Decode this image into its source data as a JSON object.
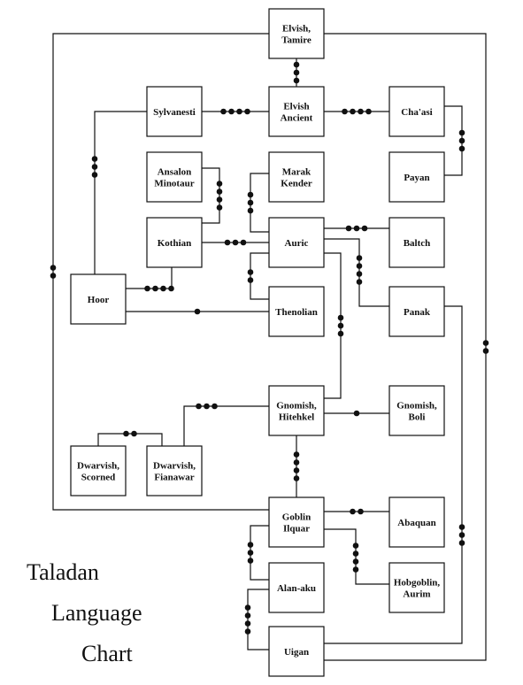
{
  "title": {
    "lines": [
      "Taladan",
      "Language",
      "Chart"
    ]
  },
  "colors": {
    "ink": "#111111",
    "paper": "#ffffff"
  },
  "languages": [
    {
      "id": "elvish-tamire",
      "lines": [
        "Elvish,",
        "Tamire"
      ]
    },
    {
      "id": "sylvanesti",
      "lines": [
        "Sylvanesti"
      ]
    },
    {
      "id": "elvish-ancient",
      "lines": [
        "Elvish",
        "Ancient"
      ]
    },
    {
      "id": "chaasi",
      "lines": [
        "Cha'asi"
      ]
    },
    {
      "id": "ansalon-minotaur",
      "lines": [
        "Ansalon",
        "Minotaur"
      ]
    },
    {
      "id": "marak-kender",
      "lines": [
        "Marak",
        "Kender"
      ]
    },
    {
      "id": "payan",
      "lines": [
        "Payan"
      ]
    },
    {
      "id": "kothian",
      "lines": [
        "Kothian"
      ]
    },
    {
      "id": "auric",
      "lines": [
        "Auric"
      ]
    },
    {
      "id": "baltch",
      "lines": [
        "Baltch"
      ]
    },
    {
      "id": "hoor",
      "lines": [
        "Hoor"
      ]
    },
    {
      "id": "thenolian",
      "lines": [
        "Thenolian"
      ]
    },
    {
      "id": "panak",
      "lines": [
        "Panak"
      ]
    },
    {
      "id": "gnomish-hitehkel",
      "lines": [
        "Gnomish,",
        "Hitehkel"
      ]
    },
    {
      "id": "gnomish-boli",
      "lines": [
        "Gnomish,",
        "Boli"
      ]
    },
    {
      "id": "dwarvish-scorned",
      "lines": [
        "Dwarvish,",
        "Scorned"
      ]
    },
    {
      "id": "dwarvish-fianawar",
      "lines": [
        "Dwarvish,",
        "Fianawar"
      ]
    },
    {
      "id": "goblin-ilquar",
      "lines": [
        "Goblin",
        "Ilquar"
      ]
    },
    {
      "id": "abaquan",
      "lines": [
        "Abaquan"
      ]
    },
    {
      "id": "alan-aku",
      "lines": [
        "Alan-aku"
      ]
    },
    {
      "id": "hobgoblin-aurim",
      "lines": [
        "Hobgoblin,",
        "Aurim"
      ]
    },
    {
      "id": "uigan",
      "lines": [
        "Uigan"
      ]
    }
  ],
  "links": [
    {
      "from": "elvish-tamire",
      "to": "elvish-ancient",
      "dots": 3
    },
    {
      "from": "elvish-ancient",
      "to": "sylvanesti",
      "dots": 4
    },
    {
      "from": "elvish-ancient",
      "to": "chaasi",
      "dots": 4
    },
    {
      "from": "chaasi",
      "to": "payan",
      "dots": 3
    },
    {
      "from": "sylvanesti",
      "to": "hoor",
      "dots": 3
    },
    {
      "from": "ansalon-minotaur",
      "to": "kothian",
      "dots": 4
    },
    {
      "from": "kothian",
      "to": "auric",
      "dots": 3
    },
    {
      "from": "marak-kender",
      "to": "auric",
      "dots": 3
    },
    {
      "from": "auric",
      "to": "baltch",
      "dots": 3
    },
    {
      "from": "auric",
      "to": "thenolian",
      "dots": 2
    },
    {
      "from": "auric",
      "to": "panak",
      "dots": 4
    },
    {
      "from": "auric",
      "to": "gnomish-hitehkel",
      "dots": 3
    },
    {
      "from": "hoor",
      "to": "kothian",
      "dots": 4
    },
    {
      "from": "hoor",
      "to": "thenolian",
      "dots": 1
    },
    {
      "from": "gnomish-hitehkel",
      "to": "dwarvish-fianawar",
      "dots": 3
    },
    {
      "from": "gnomish-hitehkel",
      "to": "gnomish-boli",
      "dots": 1
    },
    {
      "from": "dwarvish-scorned",
      "to": "dwarvish-fianawar",
      "dots": 2
    },
    {
      "from": "gnomish-hitehkel",
      "to": "goblin-ilquar",
      "dots": 4
    },
    {
      "from": "goblin-ilquar",
      "to": "abaquan",
      "dots": 2
    },
    {
      "from": "goblin-ilquar",
      "to": "alan-aku",
      "dots": 3
    },
    {
      "from": "goblin-ilquar",
      "to": "hobgoblin-aurim",
      "dots": 4
    },
    {
      "from": "alan-aku",
      "to": "uigan",
      "dots": 4
    },
    {
      "from": "panak",
      "to": "uigan",
      "dots": 3
    },
    {
      "from": "elvish-tamire",
      "to": "goblin-ilquar",
      "dots": 2
    },
    {
      "from": "elvish-tamire",
      "to": "uigan",
      "dots": 2
    }
  ]
}
